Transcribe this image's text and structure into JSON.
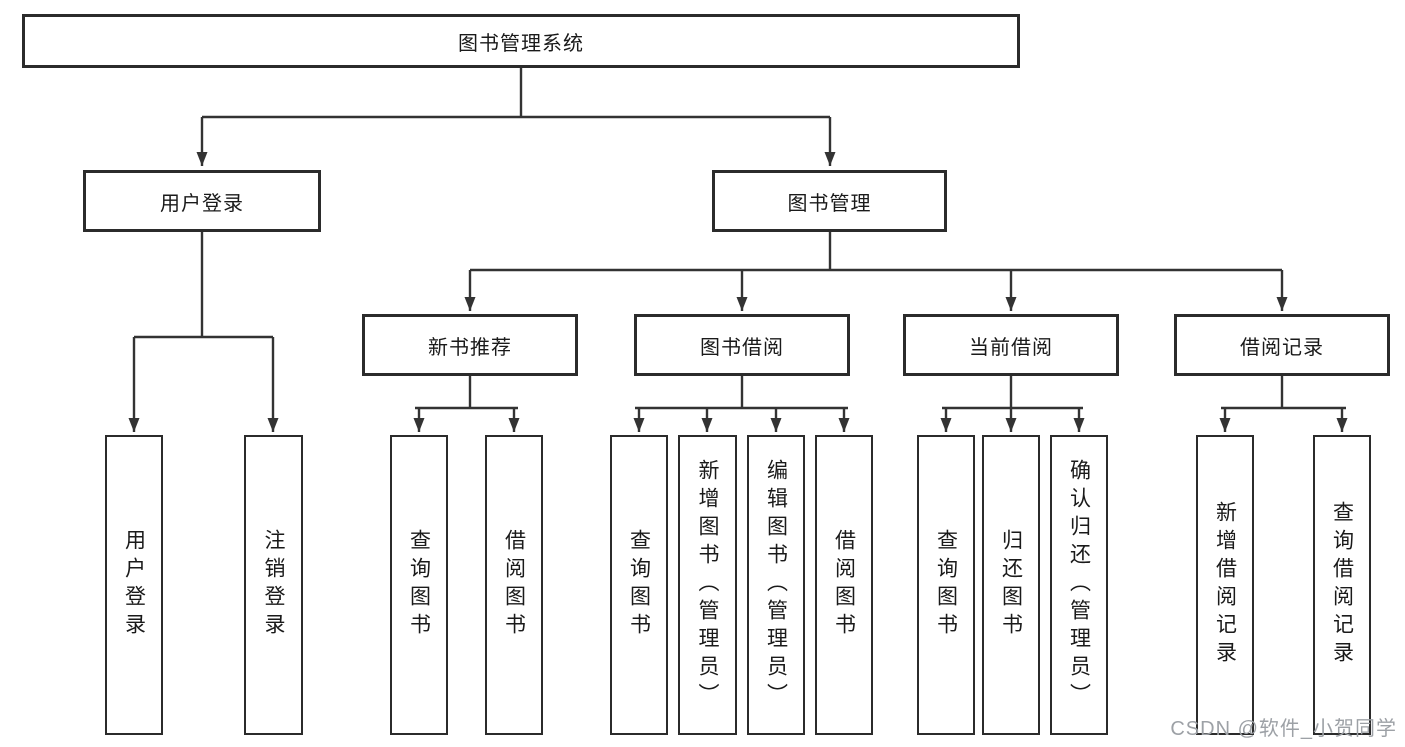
{
  "diagram": {
    "root": {
      "label": "图书管理系统"
    },
    "branches": [
      {
        "label": "用户登录",
        "leaves": [
          "用户登录",
          "注销登录"
        ]
      },
      {
        "label": "图书管理",
        "groups": [
          {
            "label": "新书推荐",
            "leaves": [
              "查询图书",
              "借阅图书"
            ]
          },
          {
            "label": "图书借阅",
            "leaves": [
              "查询图书",
              "新增图书（管理员）",
              "编辑图书（管理员）",
              "借阅图书"
            ]
          },
          {
            "label": "当前借阅",
            "leaves": [
              "查询图书",
              "归还图书",
              "确认归还（管理员）"
            ]
          },
          {
            "label": "借阅记录",
            "leaves": [
              "新增借阅记录",
              "查询借阅记录"
            ]
          }
        ]
      }
    ]
  },
  "watermark": {
    "text": "CSDN @软件_小贺同学"
  },
  "colors": {
    "line": "#333333",
    "border": "#2b2b2b",
    "text": "#1a1a1a",
    "watermark": "#9da1a6",
    "background": "#ffffff"
  }
}
